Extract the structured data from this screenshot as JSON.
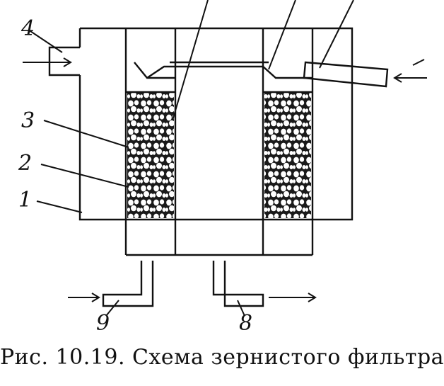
{
  "figure": {
    "labels": {
      "l1": "1",
      "l2": "2",
      "l3": "3",
      "l4": "4",
      "l8": "8",
      "l9": "9"
    }
  },
  "caption": "Рис. 10.19. Схема зернистого фильтра"
}
